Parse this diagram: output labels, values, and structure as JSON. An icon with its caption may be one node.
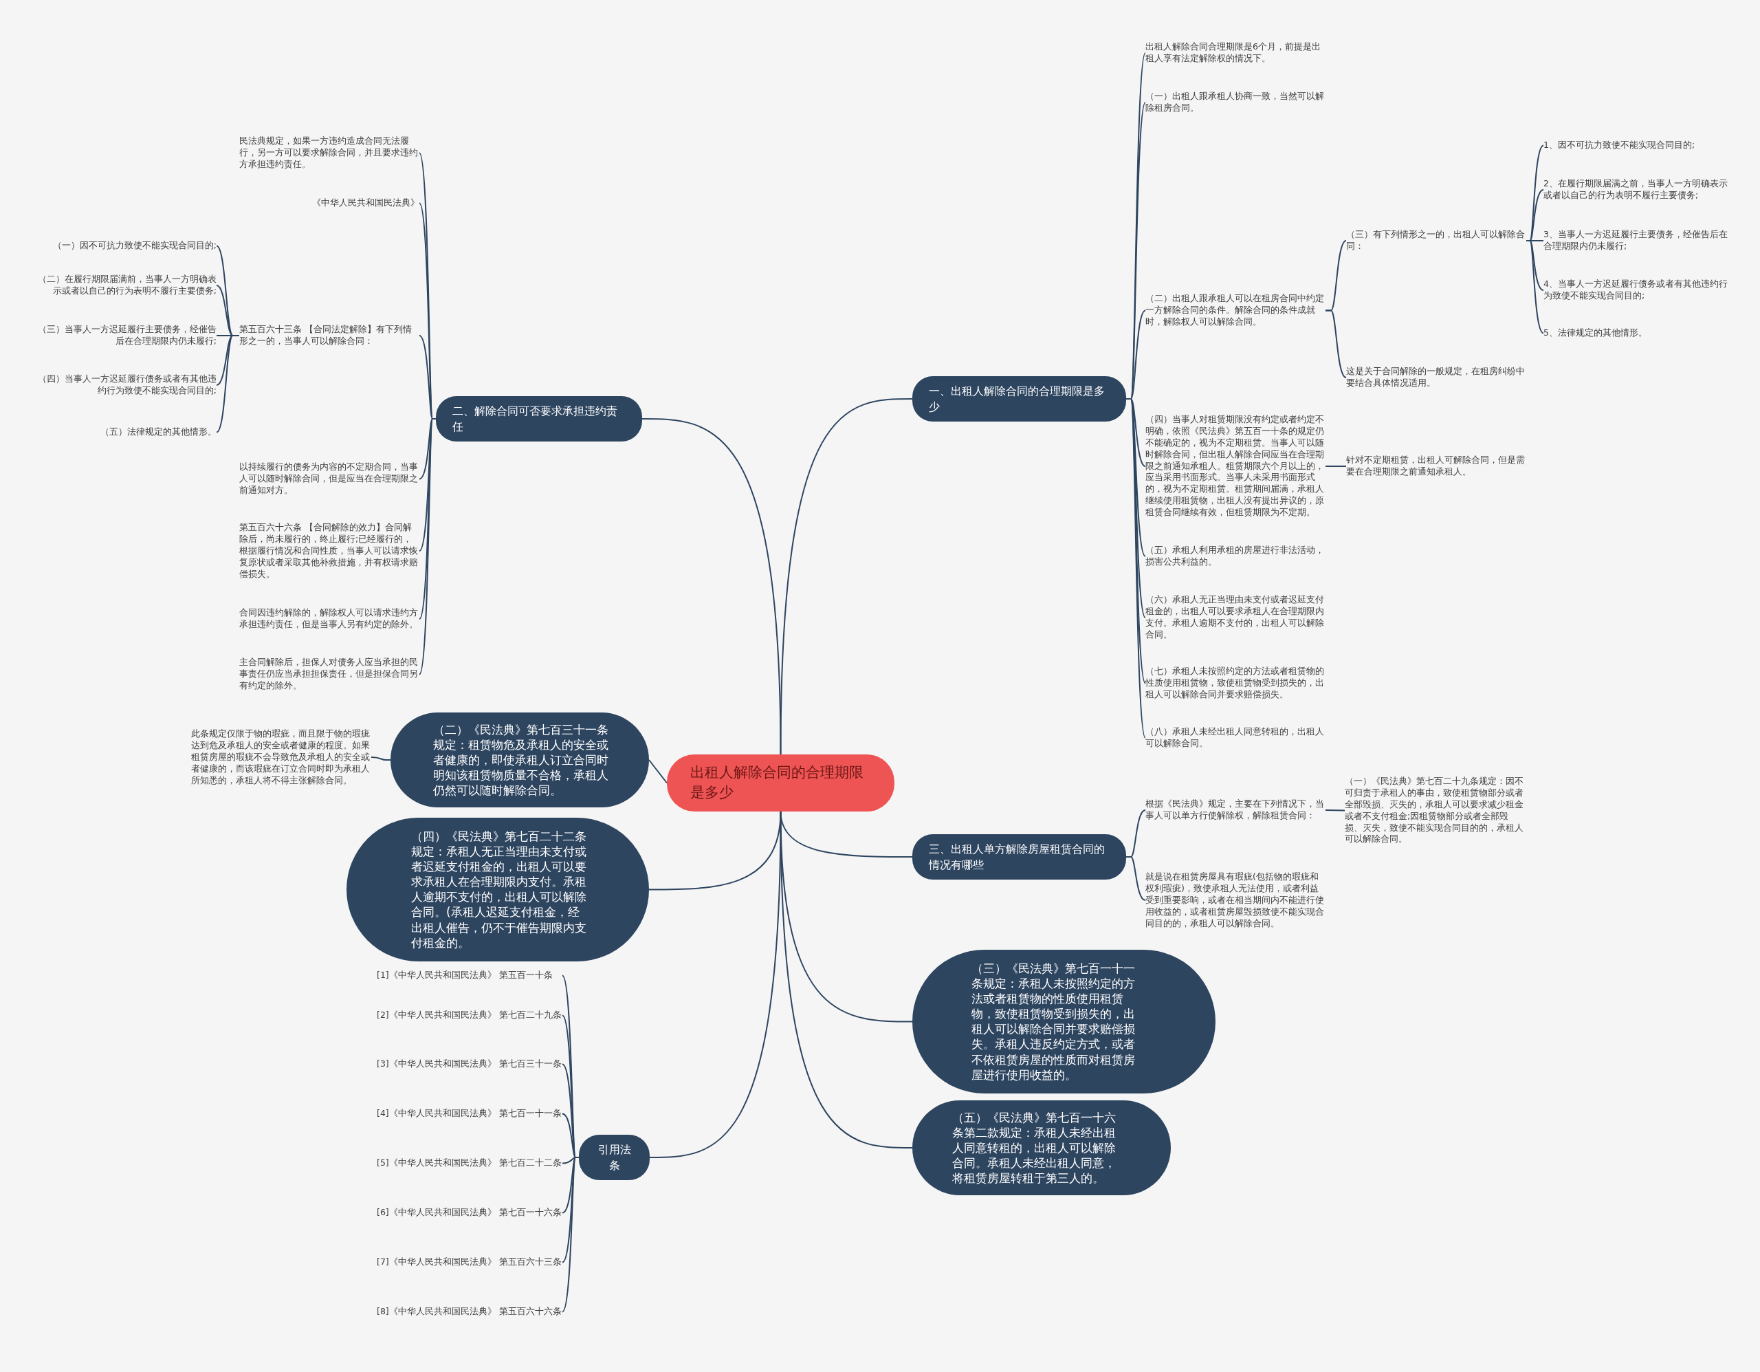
{
  "diagram": {
    "nodes": [
      {
        "text": [
          "出租人解除合同的合理期限是多少"
        ]
      },
      {
        "text": [
          "一、出租人解除合同的合理期限是多少"
        ]
      },
      {
        "text": [
          "出租人解除合同合理期限是6个月，前提是出租人享有法定解除权的情况下。"
        ]
      },
      {
        "text": [
          "（一）出租人跟承租人协商一致，当然可以解除租房合同。"
        ]
      },
      {
        "text": [
          "（二）出租人跟承租人可以在租房合同中约定一方解除合同的条件。解除合同的条件成就时，解除权人可以解除合同。"
        ]
      },
      {
        "text": [
          "（三）有下列情形之一的，出租人可以解除合同："
        ]
      },
      {
        "text": [
          "1、因不可抗力致使不能实现合同目的;"
        ]
      },
      {
        "text": [
          "2、在履行期限届满之前，当事人一方明确表示或者以自己的行为表明不履行主要债务;"
        ]
      },
      {
        "text": [
          "3、当事人一方迟延履行主要债务，经催告后在合理期限内仍未履行;"
        ]
      },
      {
        "text": [
          "4、当事人一方迟延履行债务或者有其他违约行为致使不能实现合同目的;"
        ]
      },
      {
        "text": [
          "5、法律规定的其他情形。"
        ]
      },
      {
        "text": [
          "这是关于合同解除的一般规定，在租房纠纷中要结合具体情况适用。"
        ]
      },
      {
        "text": [
          "（四）当事人对租赁期限没有约定或者约定不明确，依照《民法典》第五百一十条的规定仍不能确定的，视为不定期租赁。当事人可以随时解除合同，但出租人解除合同应当在合理期限之前通知承租人。租赁期限六个月以上的，应当采用书面形式。当事人未采用书面形式的，视为不定期租赁。租赁期间届满，承租人继续使用租赁物，出租人没有提出异议的，原租赁合同继续有效，但租赁期限为不定期。"
        ]
      },
      {
        "text": [
          "针对不定期租赁，出租人可解除合同，但是需要在合理期限之前通知承租人。"
        ]
      },
      {
        "text": [
          "（五）承租人利用承租的房屋进行非法活动，损害公共利益的。"
        ]
      },
      {
        "text": [
          "（六）承租人无正当理由未支付或者迟延支付租金的，出租人可以要求承租人在合理期限内支付。承租人逾期不支付的，出租人可以解除合同。"
        ]
      },
      {
        "text": [
          "（七）承租人未按照约定的方法或者租赁物的性质使用租赁物，致使租赁物受到损失的，出租人可以解除合同并要求赔偿损失。"
        ]
      },
      {
        "text": [
          "（八）承租人未经出租人同意转租的，出租人可以解除合同。"
        ]
      },
      {
        "text": [
          "二、解除合同可否要求承担违约责任"
        ]
      },
      {
        "text": [
          "民法典规定，如果一方违约造成合同无法履行，另一方可以要求解除合同，并且要求违约方承担违约责任。"
        ]
      },
      {
        "text": [
          "《中华人民共和国民法典》"
        ]
      },
      {
        "text": [
          "第五百六十三条 【合同法定解除】有下列情形之一的，当事人可以解除合同："
        ]
      },
      {
        "text": [
          "（一）因不可抗力致使不能实现合同目的;"
        ]
      },
      {
        "text": [
          "（二）在履行期限届满前，当事人一方明确表示或者以自己的行为表明不履行主要债务;"
        ]
      },
      {
        "text": [
          "（三）当事人一方迟延履行主要债务，经催告后在合理期限内仍未履行;"
        ]
      },
      {
        "text": [
          "（四）当事人一方迟延履行债务或者有其他违约行为致使不能实现合同目的;"
        ]
      },
      {
        "text": [
          "（五）法律规定的其他情形。"
        ]
      },
      {
        "text": [
          "以持续履行的债务为内容的不定期合同，当事人可以随时解除合同，但是应当在合理期限之前通知对方。"
        ]
      },
      {
        "text": [
          "第五百六十六条 【合同解除的效力】合同解除后，尚未履行的，终止履行;已经履行的，根据履行情况和合同性质，当事人可以请求恢复原状或者采取其他补救措施，并有权请求赔偿损失。"
        ]
      },
      {
        "text": [
          "合同因违约解除的，解除权人可以请求违约方承担违约责任，但是当事人另有约定的除外。"
        ]
      },
      {
        "text": [
          "主合同解除后，担保人对债务人应当承担的民事责任仍应当承担担保责任，但是担保合同另有约定的除外。"
        ]
      },
      {
        "text": [
          "（二）《民法典》第七百三十一条规定：租赁物危及承租人的安全或者健康的，即使承租人订立合同时明知该租赁物质量不合格，承租人仍然可以随时解除合同。"
        ]
      },
      {
        "text": [
          "此条规定仅限于物的瑕疵，而且限于物的瑕疵达到危及承租人的安全或者健康的程度。如果租赁房屋的瑕疵不会导致危及承租人的安全或者健康的，而该瑕疵在订立合同时即为承租人所知悉的，承租人将不得主张解除合同。"
        ]
      },
      {
        "text": [
          "（四）《民法典》第七百二十二条规定：承租人无正当理由未支付或者迟延支付租金的，出租人可以要求承租人在合理期限内支付。承租人逾期不支付的，出租人可以解除合同。(承租人迟延支付租金，经出租人催告，仍不于催告期限内支付租金的。"
        ]
      },
      {
        "text": [
          "三、出租人单方解除房屋租赁合同的情况有哪些"
        ]
      },
      {
        "text": [
          "根据《民法典》规定，主要在下列情况下，当事人可以单方行使解除权，解除租赁合同："
        ]
      },
      {
        "text": [
          "（一）《民法典》第七百二十九条规定：因不可归责于承租人的事由，致使租赁物部分或者全部毁损、灭失的，承租人可以要求减少租金或者不支付租金;因租赁物部分或者全部毁损、灭失，致使不能实现合同目的的，承租人可以解除合同。"
        ]
      },
      {
        "text": [
          "就是说在租赁房屋具有瑕疵(包括物的瑕疵和权利瑕疵)，致使承租人无法使用，或者利益受到重要影响，或者在相当期间内不能进行使用收益的，或者租赁房屋毁损致使不能实现合同目的的，承租人可以解除合同。"
        ]
      },
      {
        "text": [
          "（三）《民法典》第七百一十一条规定：承租人未按照约定的方法或者租赁物的性质使用租赁物，致使租赁物受到损失的，出租人可以解除合同并要求赔偿损失。承租人违反约定方式，或者不依租赁房屋的性质而对租赁房屋进行使用收益的。"
        ]
      },
      {
        "text": [
          "（五）《民法典》第七百一十六条第二款规定：承租人未经出租人同意转租的，出租人可以解除合同。承租人未经出租人同意，将租赁房屋转租于第三人的。"
        ]
      },
      {
        "text": [
          "引用法条"
        ]
      },
      {
        "text": [
          "[1]《中华人民共和国民法典》 第五百一十条"
        ]
      },
      {
        "text": [
          "[2]《中华人民共和国民法典》 第七百二十九条"
        ]
      },
      {
        "text": [
          "[3]《中华人民共和国民法典》 第七百三十一条"
        ]
      },
      {
        "text": [
          "[4]《中华人民共和国民法典》 第七百一十一条"
        ]
      },
      {
        "text": [
          "[5]《中华人民共和国民法典》 第七百二十二条"
        ]
      },
      {
        "text": [
          "[6]《中华人民共和国民法典》 第七百一十六条"
        ]
      },
      {
        "text": [
          "[7]《中华人民共和国民法典》 第五百六十三条"
        ]
      },
      {
        "text": [
          "[8]《中华人民共和国民法典》 第五百六十六条"
        ]
      }
    ],
    "edges": [
      {
        "from": 0,
        "to": 1,
        "arrow": "none"
      },
      {
        "from": 0,
        "to": 18,
        "arrow": "none"
      },
      {
        "from": 0,
        "to": 31,
        "arrow": "none"
      },
      {
        "from": 0,
        "to": 33,
        "arrow": "none"
      },
      {
        "from": 0,
        "to": 34,
        "arrow": "none"
      },
      {
        "from": 0,
        "to": 38,
        "arrow": "none"
      },
      {
        "from": 0,
        "to": 39,
        "arrow": "none"
      },
      {
        "from": 0,
        "to": 40,
        "arrow": "none"
      },
      {
        "from": 1,
        "to": 2,
        "arrow": "none"
      },
      {
        "from": 1,
        "to": 3,
        "arrow": "none"
      },
      {
        "from": 1,
        "to": 4,
        "arrow": "none"
      },
      {
        "from": 1,
        "to": 12,
        "arrow": "none"
      },
      {
        "from": 1,
        "to": 14,
        "arrow": "none"
      },
      {
        "from": 1,
        "to": 15,
        "arrow": "none"
      },
      {
        "from": 1,
        "to": 16,
        "arrow": "none"
      },
      {
        "from": 1,
        "to": 17,
        "arrow": "none"
      },
      {
        "from": 4,
        "to": 5,
        "arrow": "none"
      },
      {
        "from": 4,
        "to": 11,
        "arrow": "none"
      },
      {
        "from": 5,
        "to": 6,
        "arrow": "none"
      },
      {
        "from": 5,
        "to": 7,
        "arrow": "none"
      },
      {
        "from": 5,
        "to": 8,
        "arrow": "none"
      },
      {
        "from": 5,
        "to": 9,
        "arrow": "none"
      },
      {
        "from": 5,
        "to": 10,
        "arrow": "none"
      },
      {
        "from": 12,
        "to": 13,
        "arrow": "none"
      },
      {
        "from": 18,
        "to": 19,
        "arrow": "none"
      },
      {
        "from": 18,
        "to": 20,
        "arrow": "none"
      },
      {
        "from": 18,
        "to": 21,
        "arrow": "none"
      },
      {
        "from": 18,
        "to": 27,
        "arrow": "none"
      },
      {
        "from": 18,
        "to": 28,
        "arrow": "none"
      },
      {
        "from": 18,
        "to": 29,
        "arrow": "none"
      },
      {
        "from": 18,
        "to": 30,
        "arrow": "none"
      },
      {
        "from": 21,
        "to": 22,
        "arrow": "none"
      },
      {
        "from": 21,
        "to": 23,
        "arrow": "none"
      },
      {
        "from": 21,
        "to": 24,
        "arrow": "none"
      },
      {
        "from": 21,
        "to": 25,
        "arrow": "none"
      },
      {
        "from": 21,
        "to": 26,
        "arrow": "none"
      },
      {
        "from": 31,
        "to": 32,
        "arrow": "none"
      },
      {
        "from": 34,
        "to": 35,
        "arrow": "none"
      },
      {
        "from": 34,
        "to": 37,
        "arrow": "none"
      },
      {
        "from": 35,
        "to": 36,
        "arrow": "none"
      },
      {
        "from": 40,
        "to": 41,
        "arrow": "none"
      },
      {
        "from": 40,
        "to": 42,
        "arrow": "none"
      },
      {
        "from": 40,
        "to": 43,
        "arrow": "none"
      },
      {
        "from": 40,
        "to": 44,
        "arrow": "none"
      },
      {
        "from": 40,
        "to": 45,
        "arrow": "none"
      },
      {
        "from": 40,
        "to": 46,
        "arrow": "none"
      },
      {
        "from": 40,
        "to": 47,
        "arrow": "none"
      },
      {
        "from": 40,
        "to": 48,
        "arrow": "none"
      }
    ]
  }
}
